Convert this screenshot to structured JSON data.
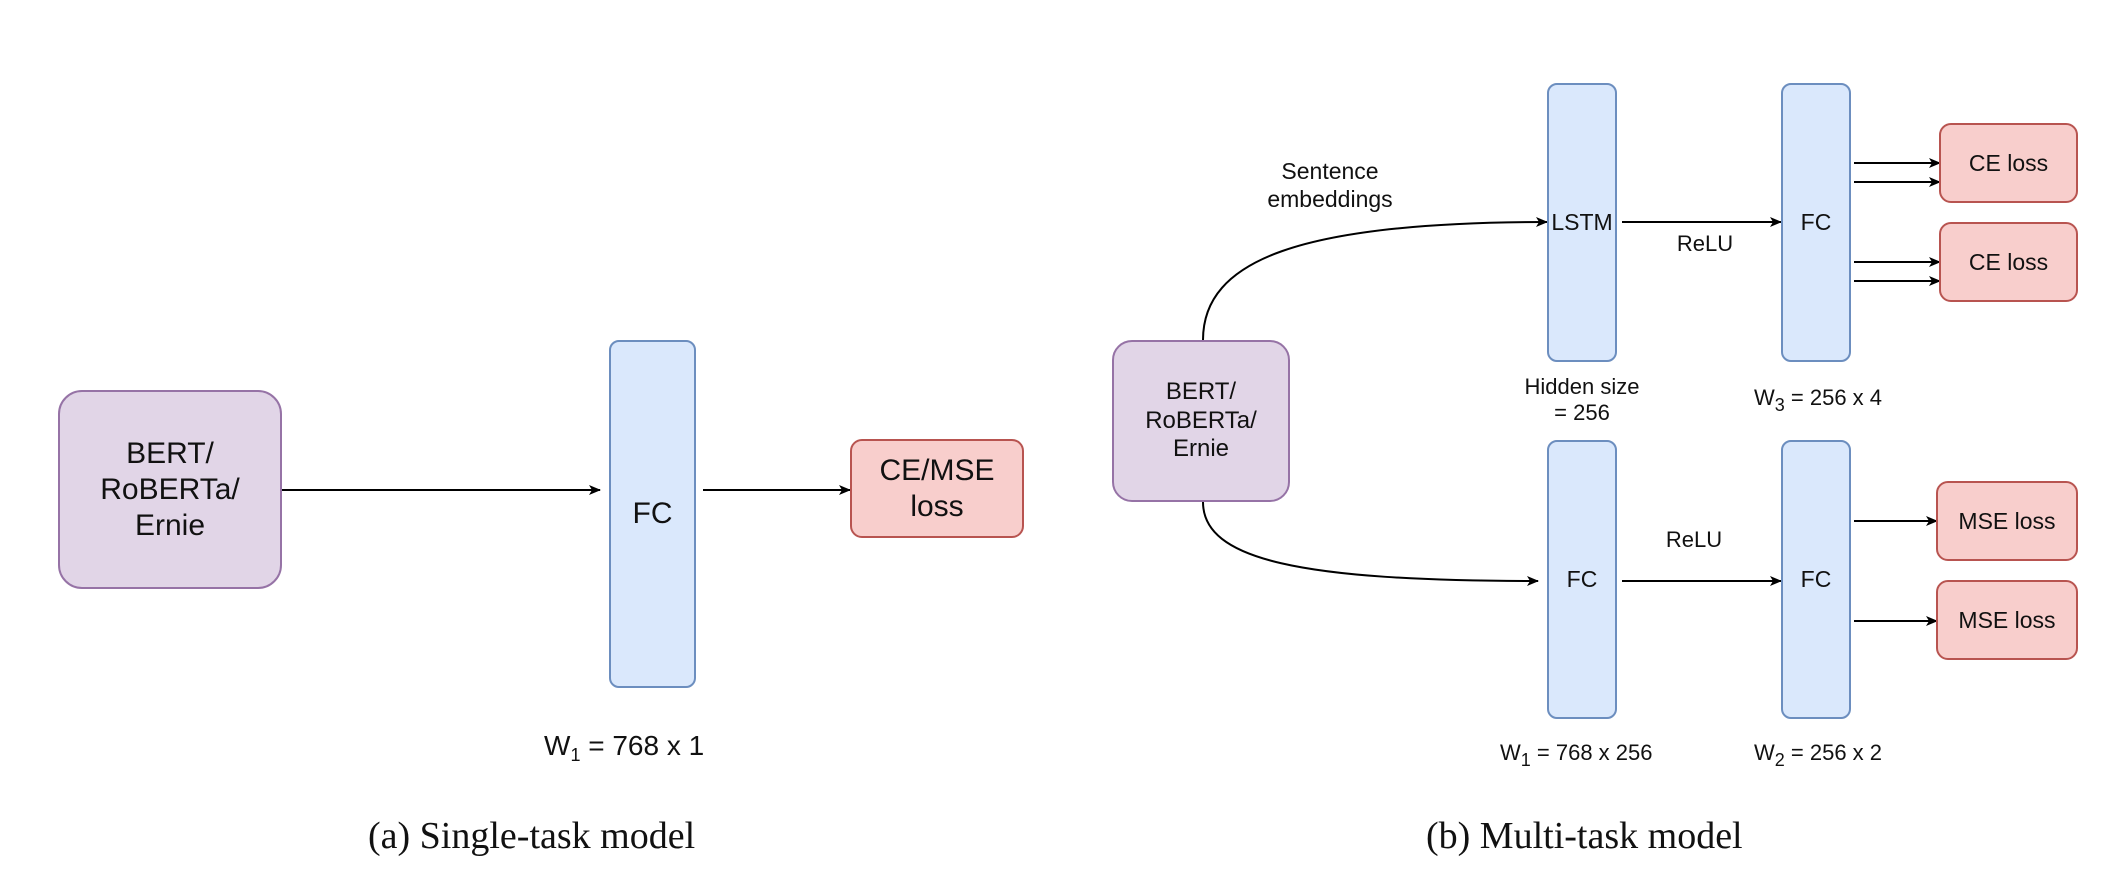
{
  "single_task": {
    "encoder": "BERT/\nRoBERTa/\nErnie",
    "fc": "FC",
    "loss": "CE/MSE\nloss",
    "weight": {
      "prefix": "W",
      "sub": "1",
      "rest": " = 768 x 1"
    },
    "caption": "(a) Single-task model"
  },
  "multi_task": {
    "encoder": "BERT/\nRoBERTa/\nErnie",
    "edge_label": "Sentence\nembeddings",
    "lstm": "LSTM",
    "lstm_note": "Hidden size\n= 256",
    "relu_top": "ReLU",
    "relu_bottom": "ReLU",
    "fc_top": "FC",
    "fc_bottom_left": "FC",
    "fc_bottom_right": "FC",
    "w3": {
      "prefix": "W",
      "sub": "3",
      "rest": " = 256 x 4"
    },
    "w1": {
      "prefix": "W",
      "sub": "1",
      "rest": " = 768 x 256"
    },
    "w2": {
      "prefix": "W",
      "sub": "2",
      "rest": " = 256 x 2"
    },
    "ce_loss_1": "CE loss",
    "ce_loss_2": "CE loss",
    "mse_loss_1": "MSE loss",
    "mse_loss_2": "MSE loss",
    "caption": "(b) Multi-task model"
  },
  "colors": {
    "encoder_fill": "#e1d5e7",
    "encoder_stroke": "#9673a6",
    "layer_fill": "#dae8fc",
    "layer_stroke": "#6c8ebf",
    "loss_fill": "#f8cecc",
    "loss_stroke": "#b85450"
  }
}
